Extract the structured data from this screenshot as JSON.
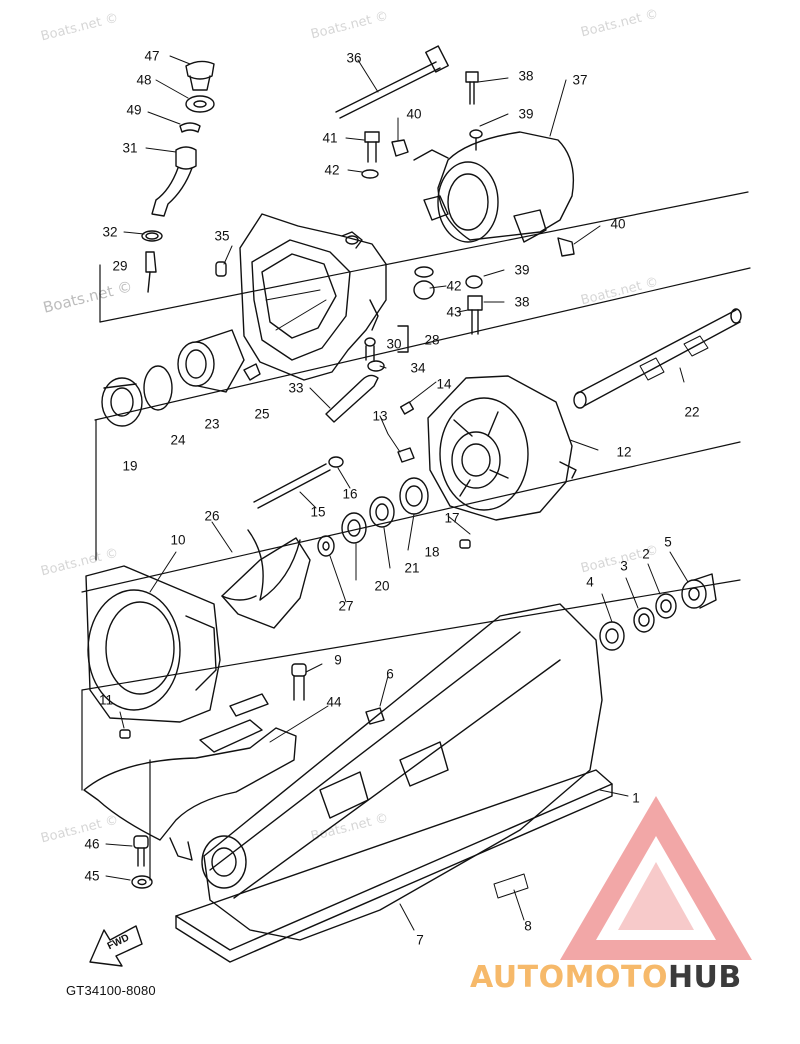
{
  "diagram": {
    "part_code": "GT34100-8080",
    "fwd_label": "FWD",
    "watermarks": [
      "Boats.net ©",
      "Boats.net ©",
      "Boats.net ©",
      "Boats.net ©",
      "Boats.net ©",
      "Boats.net ©",
      "Boats.net ©",
      "Boats.net ©",
      "Boats.net ©"
    ],
    "brand": {
      "part1": "AUTO",
      "part2": "MOTO",
      "part3": "HUB",
      "colors": {
        "part1": "#f6b96a",
        "part2": "#f6b96a",
        "part3": "#3b3b3b"
      }
    },
    "logo_colors": {
      "triangle": "#ee8a8a"
    },
    "callouts": [
      "1",
      "2",
      "3",
      "4",
      "5",
      "6",
      "7",
      "8",
      "9",
      "10",
      "11",
      "12",
      "13",
      "14",
      "15",
      "16",
      "17",
      "18",
      "19",
      "20",
      "21",
      "22",
      "23",
      "24",
      "25",
      "26",
      "27",
      "28",
      "29",
      "30",
      "31",
      "32",
      "33",
      "34",
      "35",
      "36",
      "37",
      "38",
      "38",
      "39",
      "39",
      "40",
      "40",
      "41",
      "42",
      "42",
      "43",
      "44",
      "45",
      "46",
      "47",
      "48",
      "49"
    ]
  }
}
